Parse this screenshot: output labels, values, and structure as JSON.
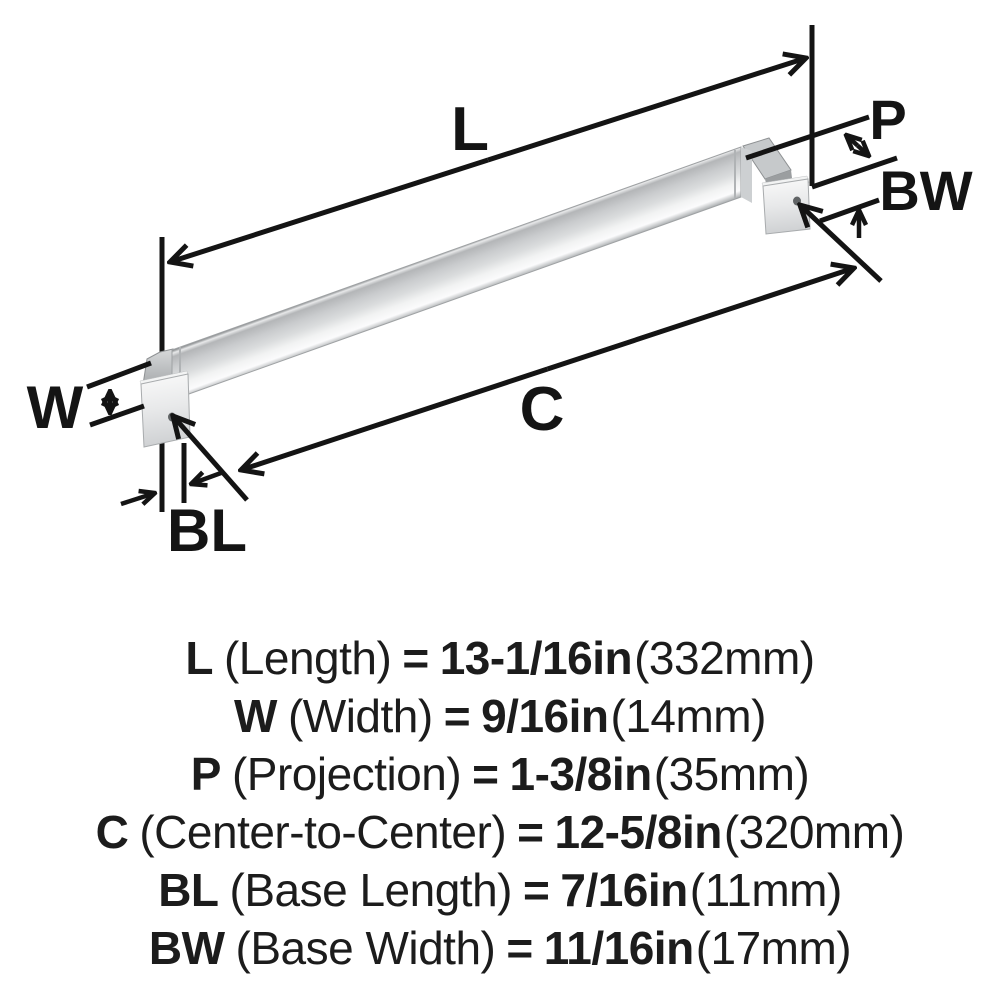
{
  "title": "Cabinet pull hardware dimension diagram",
  "diagram": {
    "labels": {
      "l": "L",
      "w": "W",
      "p": "P",
      "c": "C",
      "bl": "BL",
      "bw": "BW"
    }
  },
  "legend": {
    "rows": [
      {
        "code": "L",
        "name": "(Length)",
        "eq": "=",
        "imperial": "13-1/16in",
        "metric": "(332mm)"
      },
      {
        "code": "W",
        "name": "(Width)",
        "eq": "=",
        "imperial": "9/16in",
        "metric": "(14mm)"
      },
      {
        "code": "P",
        "name": "(Projection)",
        "eq": "=",
        "imperial": "1-3/8in",
        "metric": "(35mm)"
      },
      {
        "code": "C",
        "name": "(Center-to-Center)",
        "eq": "=",
        "imperial": "12-5/8in",
        "metric": "(320mm)"
      },
      {
        "code": "BL",
        "name": "(Base Length)",
        "eq": "=",
        "imperial": "7/16in",
        "metric": "(11mm)"
      },
      {
        "code": "BW",
        "name": "(Base Width)",
        "eq": "=",
        "imperial": "11/16in",
        "metric": "(17mm)"
      }
    ]
  },
  "colors": {
    "line": "#141414",
    "text": "#1c1c1c",
    "metal_light": "#fafafa",
    "metal_mid": "#c9cbcd",
    "metal_dark": "#97999b",
    "background": "#ffffff"
  }
}
